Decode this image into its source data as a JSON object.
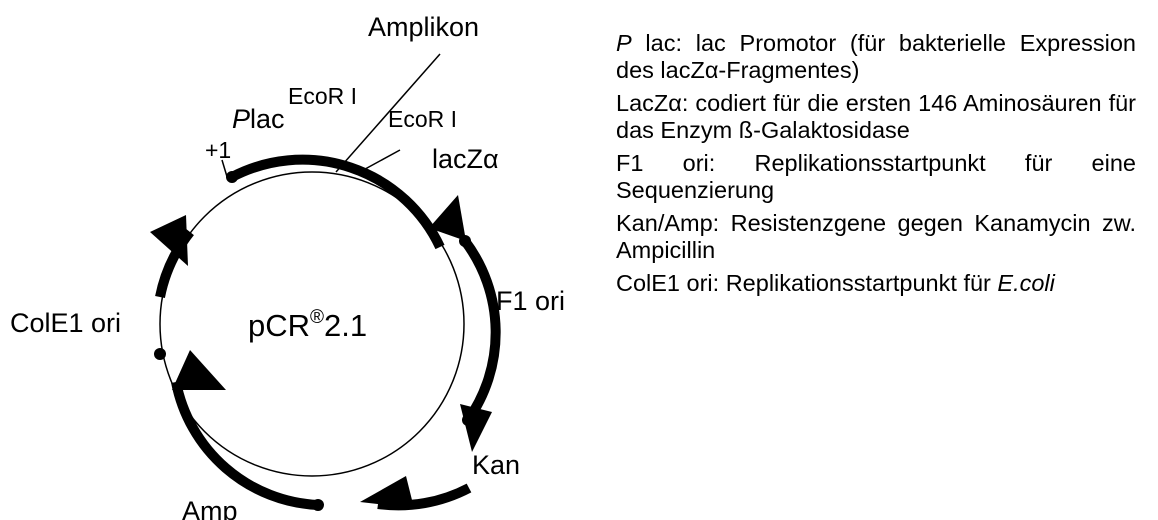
{
  "diagram": {
    "plasmid_name": "pCR",
    "plasmid_reg": "®",
    "plasmid_version": "2.1",
    "labels": {
      "amplikon": "Amplikon",
      "ecor1_left": "EcoR I",
      "ecor1_right": "EcoR I",
      "plac_prefix": "P",
      "plac_suffix": "lac",
      "plus_one": "+1",
      "lacz": "lacZα",
      "f1_ori": "F1 ori",
      "kan": "Kan",
      "amp": "Amp",
      "cole1_ori": "ColE1 ori"
    }
  },
  "legend": [
    {
      "term_italic": "P",
      "text": " lac: lac Promotor (für bakterielle Expression des lacZα-Fragmentes)"
    },
    {
      "term_italic": "",
      "text": "LacZα: codiert für die ersten 146 Aminosäuren für das Enzym ß-Galaktosidase"
    },
    {
      "term_italic": "",
      "text": "F1 ori: Replikationsstartpunkt für eine Sequenzierung"
    },
    {
      "term_italic": "",
      "text": "Kan/Amp: Resistenzgene gegen Kanamycin zw. Ampicillin"
    },
    {
      "term_italic": "",
      "text": "ColE1 ori: Replikationsstartpunkt für ",
      "tail_italic": "E.coli"
    }
  ]
}
